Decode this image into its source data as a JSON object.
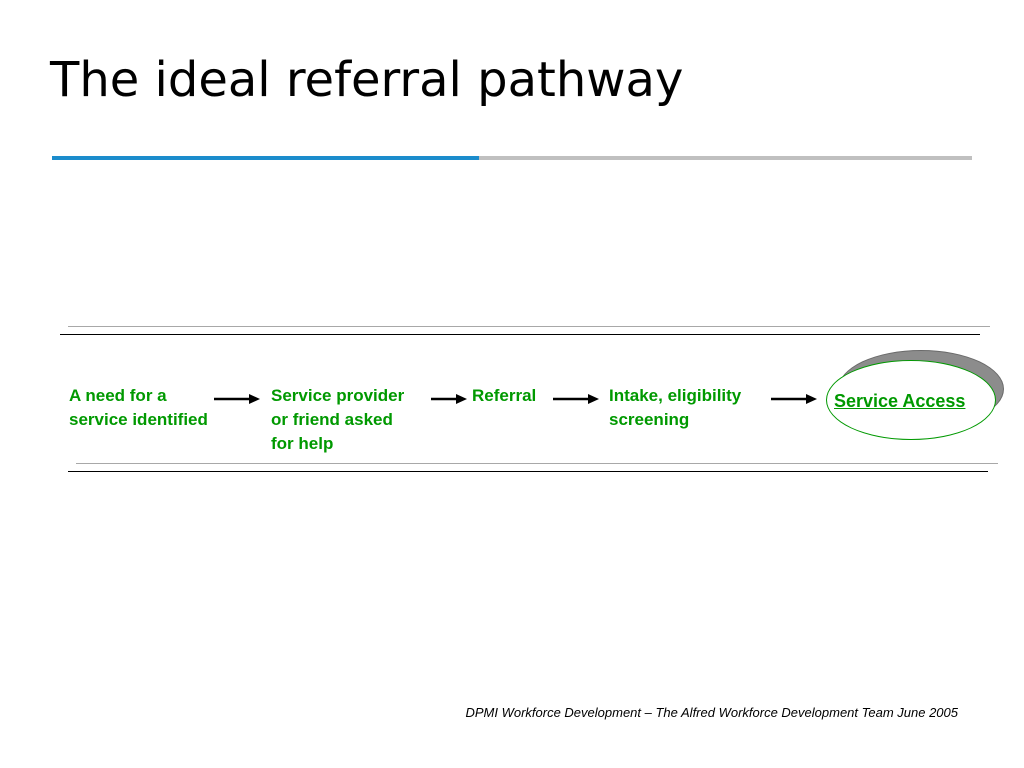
{
  "slide": {
    "title": "The ideal referral pathway",
    "footer": "DPMI Workforce Development – The Alfred Workforce Development Team June 2005"
  },
  "pathway": {
    "steps": [
      "A need for a\nservice identified",
      "Service provider\nor friend asked\nfor help",
      "Referral",
      "Intake, eligibility\nscreening"
    ],
    "outcome": "Service Access"
  },
  "colors": {
    "step_text": "#009900",
    "title_rule_accent": "#1b8ccc",
    "title_rule_muted": "#c0c0c0"
  }
}
